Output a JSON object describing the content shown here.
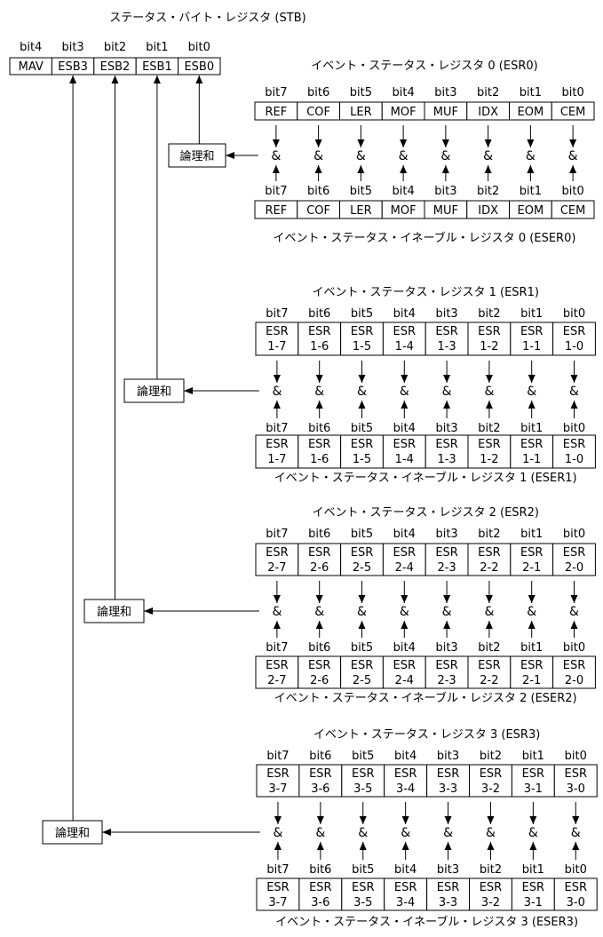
{
  "diagram": {
    "stb": {
      "title": "ステータス・バイト・レジスタ (STB)",
      "bits": [
        {
          "label": "bit4",
          "name": "MAV"
        },
        {
          "label": "bit3",
          "name": "ESB3"
        },
        {
          "label": "bit2",
          "name": "ESB2"
        },
        {
          "label": "bit1",
          "name": "ESB1"
        },
        {
          "label": "bit0",
          "name": "ESB0"
        }
      ]
    },
    "or_label": "論理和",
    "and_symbol": "&",
    "bit_labels": [
      "bit7",
      "bit6",
      "bit5",
      "bit4",
      "bit3",
      "bit2",
      "bit1",
      "bit0"
    ],
    "groups": [
      {
        "esr_title": "イベント・ステータス・レジスタ 0 (ESR0)",
        "eser_title": "イベント・ステータス・イネーブル・レジスタ 0 (ESER0)",
        "esr_cells": [
          [
            "REF"
          ],
          [
            "COF"
          ],
          [
            "LER"
          ],
          [
            "MOF"
          ],
          [
            "MUF"
          ],
          [
            "IDX"
          ],
          [
            "EOM"
          ],
          [
            "CEM"
          ]
        ],
        "eser_cells": [
          [
            "REF"
          ],
          [
            "COF"
          ],
          [
            "LER"
          ],
          [
            "MOF"
          ],
          [
            "MUF"
          ],
          [
            "IDX"
          ],
          [
            "EOM"
          ],
          [
            "CEM"
          ]
        ]
      },
      {
        "esr_title": "イベント・ステータス・レジスタ 1 (ESR1)",
        "eser_title": "イベント・ステータス・イネーブル・レジスタ 1 (ESER1)",
        "esr_cells": [
          [
            "ESR",
            "1-7"
          ],
          [
            "ESR",
            "1-6"
          ],
          [
            "ESR",
            "1-5"
          ],
          [
            "ESR",
            "1-4"
          ],
          [
            "ESR",
            "1-3"
          ],
          [
            "ESR",
            "1-2"
          ],
          [
            "ESR",
            "1-1"
          ],
          [
            "ESR",
            "1-0"
          ]
        ],
        "eser_cells": [
          [
            "ESR",
            "1-7"
          ],
          [
            "ESR",
            "1-6"
          ],
          [
            "ESR",
            "1-5"
          ],
          [
            "ESR",
            "1-4"
          ],
          [
            "ESR",
            "1-3"
          ],
          [
            "ESR",
            "1-2"
          ],
          [
            "ESR",
            "1-1"
          ],
          [
            "ESR",
            "1-0"
          ]
        ]
      },
      {
        "esr_title": "イベント・ステータス・レジスタ 2 (ESR2)",
        "eser_title": "イベント・ステータス・イネーブル・レジスタ 2 (ESER2)",
        "esr_cells": [
          [
            "ESR",
            "2-7"
          ],
          [
            "ESR",
            "2-6"
          ],
          [
            "ESR",
            "2-5"
          ],
          [
            "ESR",
            "2-4"
          ],
          [
            "ESR",
            "2-3"
          ],
          [
            "ESR",
            "2-2"
          ],
          [
            "ESR",
            "2-1"
          ],
          [
            "ESR",
            "2-0"
          ]
        ],
        "eser_cells": [
          [
            "ESR",
            "2-7"
          ],
          [
            "ESR",
            "2-6"
          ],
          [
            "ESR",
            "2-5"
          ],
          [
            "ESR",
            "2-4"
          ],
          [
            "ESR",
            "2-3"
          ],
          [
            "ESR",
            "2-2"
          ],
          [
            "ESR",
            "2-1"
          ],
          [
            "ESR",
            "2-0"
          ]
        ]
      },
      {
        "esr_title": "イベント・ステータス・レジスタ 3 (ESR3)",
        "eser_title": "イベント・ステータス・イネーブル・レジスタ 3 (ESER3)",
        "esr_cells": [
          [
            "ESR",
            "3-7"
          ],
          [
            "ESR",
            "3-6"
          ],
          [
            "ESR",
            "3-5"
          ],
          [
            "ESR",
            "3-4"
          ],
          [
            "ESR",
            "3-3"
          ],
          [
            "ESR",
            "3-2"
          ],
          [
            "ESR",
            "3-1"
          ],
          [
            "ESR",
            "3-0"
          ]
        ],
        "eser_cells": [
          [
            "ESR",
            "3-7"
          ],
          [
            "ESR",
            "3-6"
          ],
          [
            "ESR",
            "3-5"
          ],
          [
            "ESR",
            "3-4"
          ],
          [
            "ESR",
            "3-3"
          ],
          [
            "ESR",
            "3-2"
          ],
          [
            "ESR",
            "3-1"
          ],
          [
            "ESR",
            "3-0"
          ]
        ]
      }
    ]
  }
}
